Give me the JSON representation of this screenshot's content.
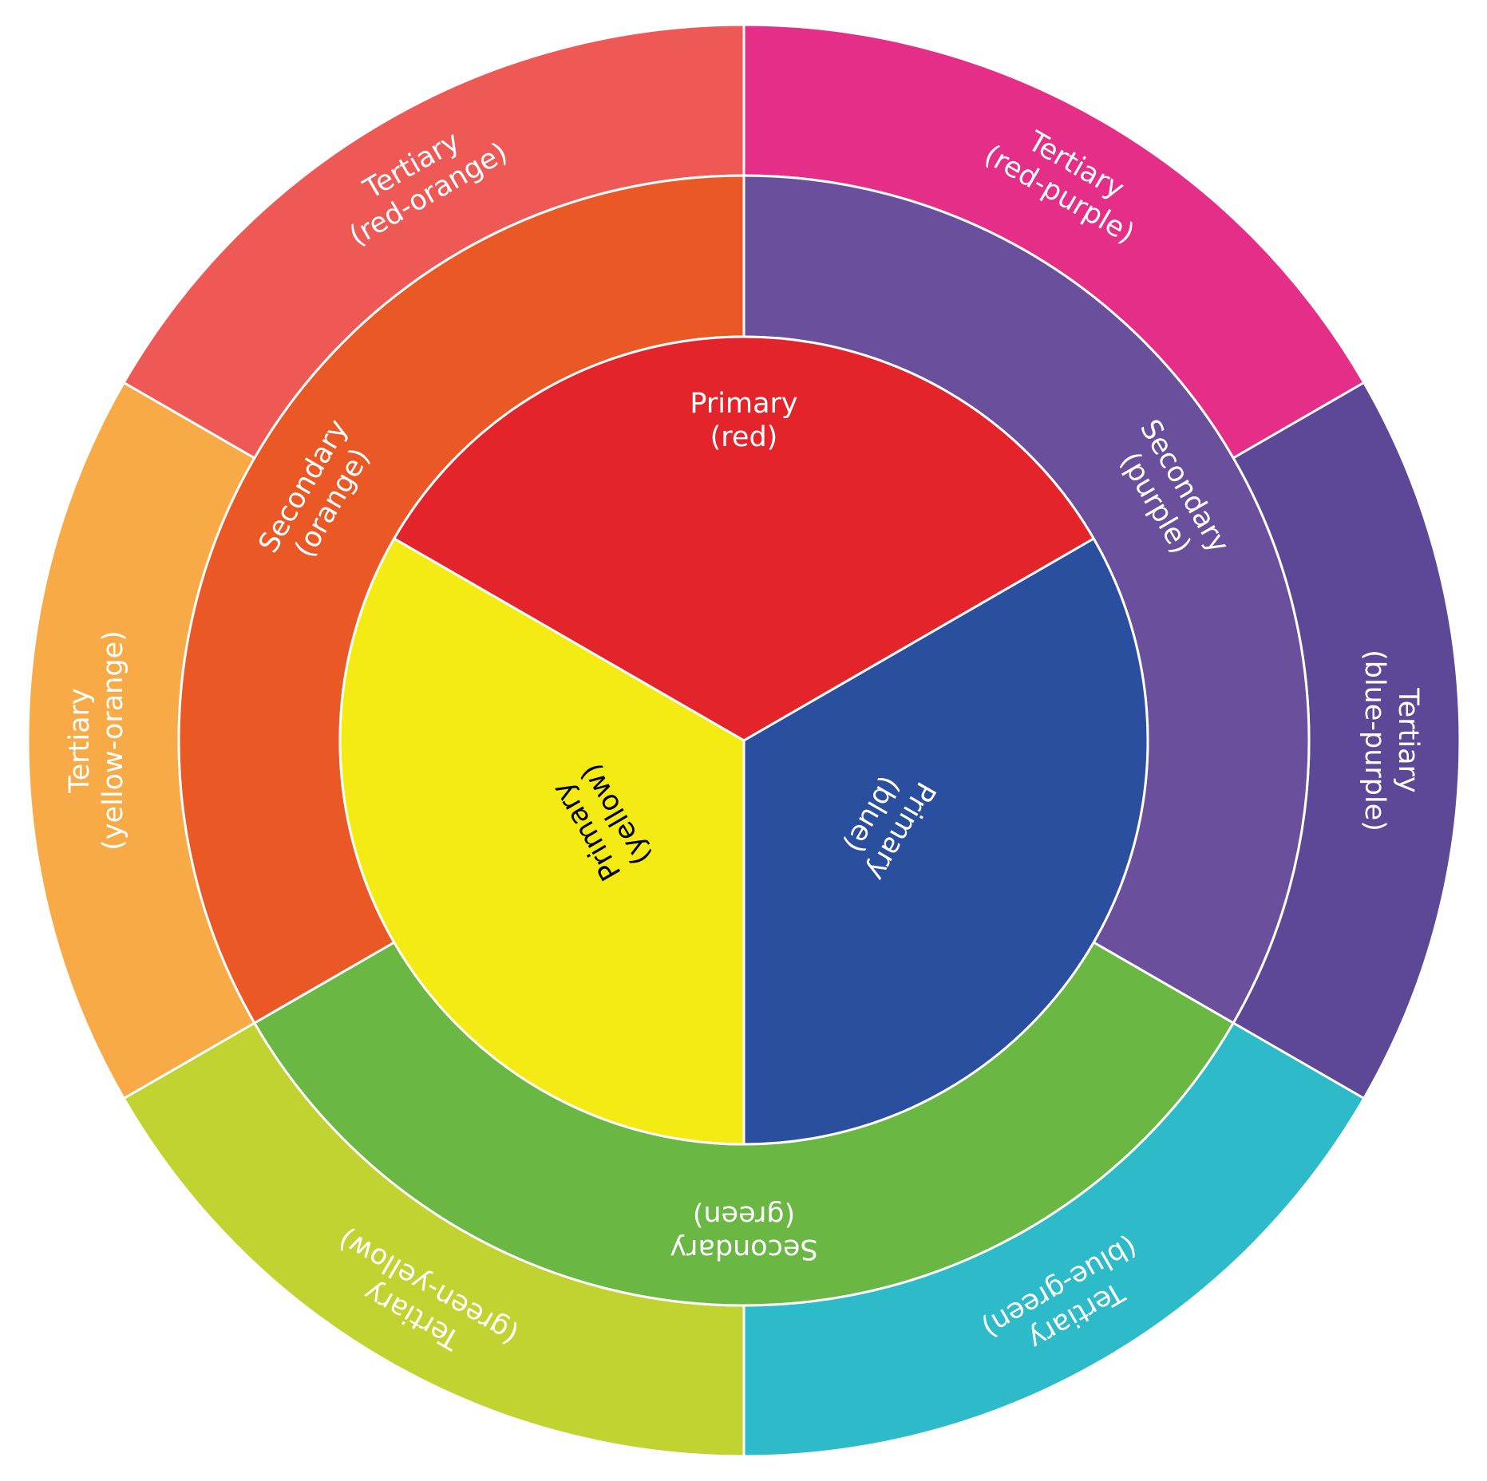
{
  "wheel": {
    "primary": [
      {
        "id": "red",
        "title": "Primary",
        "sub": "(red)",
        "color": "#E3242B",
        "text_color": "#ffffff"
      },
      {
        "id": "blue",
        "title": "Primary",
        "sub": "(blue)",
        "color": "#2A4F9E",
        "text_color": "#ffffff"
      },
      {
        "id": "yellow",
        "title": "Primary",
        "sub": "(yellow)",
        "color": "#F4EB14",
        "text_color": "#000000"
      }
    ],
    "secondary": [
      {
        "id": "purple",
        "title": "Secondary",
        "sub": "(purple)",
        "color": "#6A4F9C",
        "text_color": "#ffffff"
      },
      {
        "id": "green",
        "title": "Secondary",
        "sub": "(green)",
        "color": "#6AB744",
        "text_color": "#ffffff"
      },
      {
        "id": "orange",
        "title": "Secondary",
        "sub": "(orange)",
        "color": "#EA5826",
        "text_color": "#ffffff"
      }
    ],
    "tertiary": [
      {
        "id": "red-purple",
        "title": "Tertiary",
        "sub": "(red-purple)",
        "color": "#E52E87",
        "text_color": "#ffffff"
      },
      {
        "id": "blue-purple",
        "title": "Tertiary",
        "sub": "(blue-purple)",
        "color": "#5C4896",
        "text_color": "#ffffff"
      },
      {
        "id": "blue-green",
        "title": "Tertiary",
        "sub": "(blue-green)",
        "color": "#2DBAC9",
        "text_color": "#ffffff"
      },
      {
        "id": "green-yellow",
        "title": "Tertiary",
        "sub": "(green-yellow)",
        "color": "#C1D331",
        "text_color": "#ffffff"
      },
      {
        "id": "yellow-orange",
        "title": "Tertiary",
        "sub": "(yellow-orange)",
        "color": "#F7AA45",
        "text_color": "#ffffff"
      },
      {
        "id": "red-orange",
        "title": "Tertiary",
        "sub": "(red-orange)",
        "color": "#EE5956",
        "text_color": "#ffffff"
      }
    ]
  }
}
